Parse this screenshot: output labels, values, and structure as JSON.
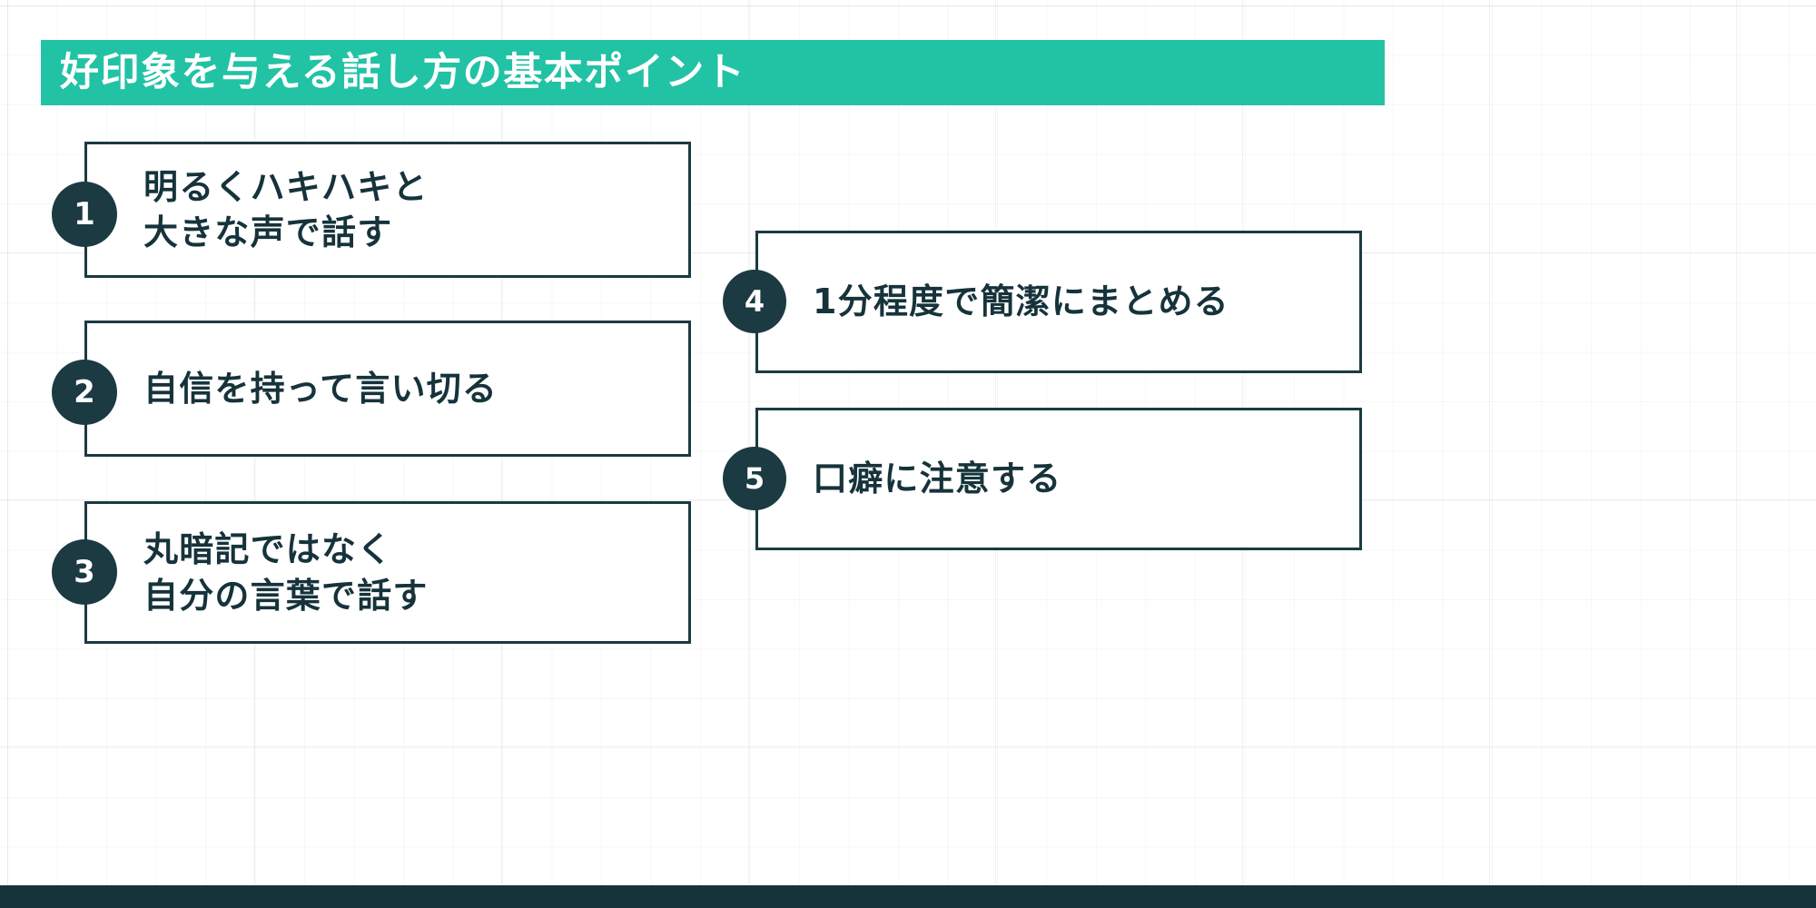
{
  "colors": {
    "accent_teal": "#22C2A5",
    "dark_navy": "#1B3A42",
    "text_dark": "#16333B",
    "background": "#FFFFFF",
    "grid_line": "#EAEAEA"
  },
  "header": {
    "title": "好印象を与える話し方の基本ポイント"
  },
  "points": {
    "left_column": [
      {
        "number": "1",
        "text": "明るくハキハキと\n大きな声で話す",
        "lines": [
          "明るくハキハキと",
          "大きな声で話す"
        ]
      },
      {
        "number": "2",
        "text": "自信を持って言い切る",
        "lines": [
          "自信を持って言い切る"
        ]
      },
      {
        "number": "3",
        "text": "丸暗記ではなく\n自分の言葉で話す",
        "lines": [
          "丸暗記ではなく",
          "自分の言葉で話す"
        ]
      }
    ],
    "right_column": [
      {
        "number": "4",
        "text": "1分程度で簡潔にまとめる",
        "lines": [
          "1分程度で簡潔にまとめる"
        ]
      },
      {
        "number": "5",
        "text": "口癖に注意する",
        "lines": [
          "口癖に注意する"
        ]
      }
    ]
  },
  "footer": {
    "accent_bar": ""
  }
}
